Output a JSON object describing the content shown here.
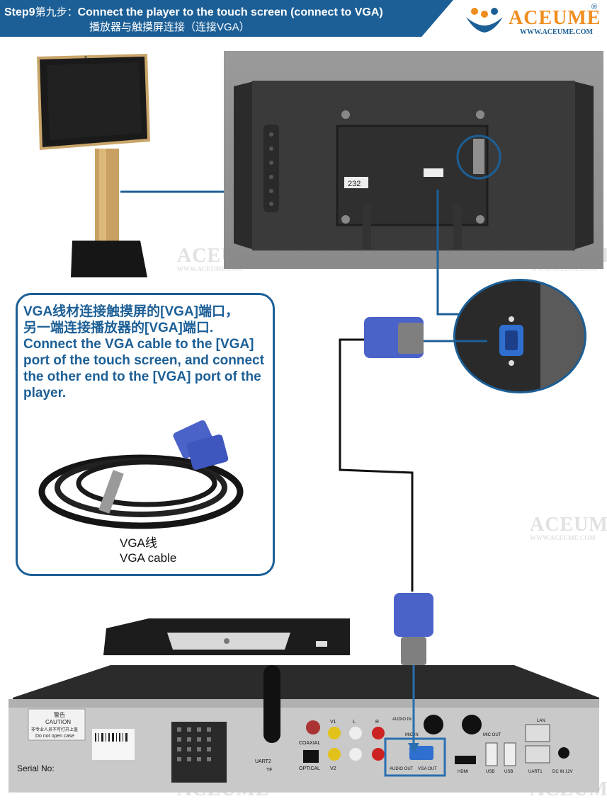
{
  "header": {
    "step_label": "Step9",
    "step_label_zh": "第九步：",
    "title_en": "Connect the player to the touch screen (connect to VGA)",
    "title_zh": "播放器与触摸屏连接（连接VGA）"
  },
  "logo": {
    "brand": "ACEUME",
    "url": "WWW.ACEUME.COM",
    "reg": "®"
  },
  "watermark": {
    "brand": "ACEUME",
    "url": "WWW.ACEUME.COM"
  },
  "screen_back": {
    "port_label": "232"
  },
  "callout": {
    "text_zh_1": "VGA线材连接触摸屏的[VGA]端口，",
    "text_zh_2": "另一端连接播放器的[VGA]端口.",
    "text_en": "Connect the VGA cable to the [VGA] port of the touch screen, and connect the other end to the [VGA] port of the player.",
    "caption_zh": "VGA线",
    "caption_en": "VGA cable"
  },
  "player_back": {
    "serial_label": "Serial No:",
    "caution_zh": "警告",
    "caution_en": "CAUTION",
    "caution_zh2": "非专业人员不可打开上盖",
    "caution_en2": "Do not open case",
    "port_labels": {
      "coaxial": "COAXIAL",
      "optical": "OPTICAL",
      "uart2": "UART2",
      "tf": "TF",
      "v1": "V1",
      "v2": "V2",
      "l": "L",
      "r": "R",
      "audio_in": "AUDIO IN",
      "mic_in": "MIC IN",
      "audio_out": "AUDIO OUT",
      "vga_out": "VGA OUT",
      "mic_out": "MIC OUT",
      "hdmi": "HDMI",
      "usb": "USB",
      "lan": "LAN",
      "uart1": "UART1",
      "dc_in": "DC IN 12V"
    }
  },
  "colors": {
    "brand_blue": "#1c5f96",
    "brand_orange": "#f08c1e",
    "vga_blue": "#4b62c9",
    "highlight_blue": "#2a6fb0"
  }
}
